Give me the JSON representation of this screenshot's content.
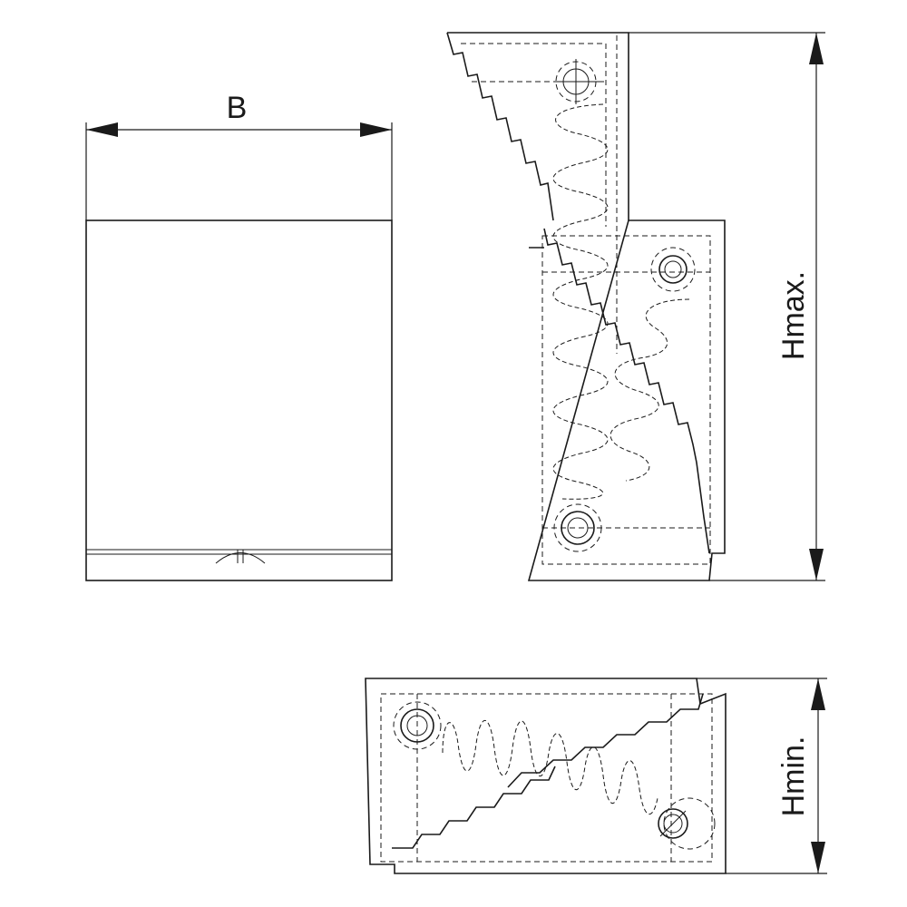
{
  "dimensions": {
    "width_label": "B",
    "max_height_label": "Hmax.",
    "min_height_label": "Hmin."
  },
  "colors": {
    "line": "#1a1a1a",
    "background": "#ffffff"
  }
}
